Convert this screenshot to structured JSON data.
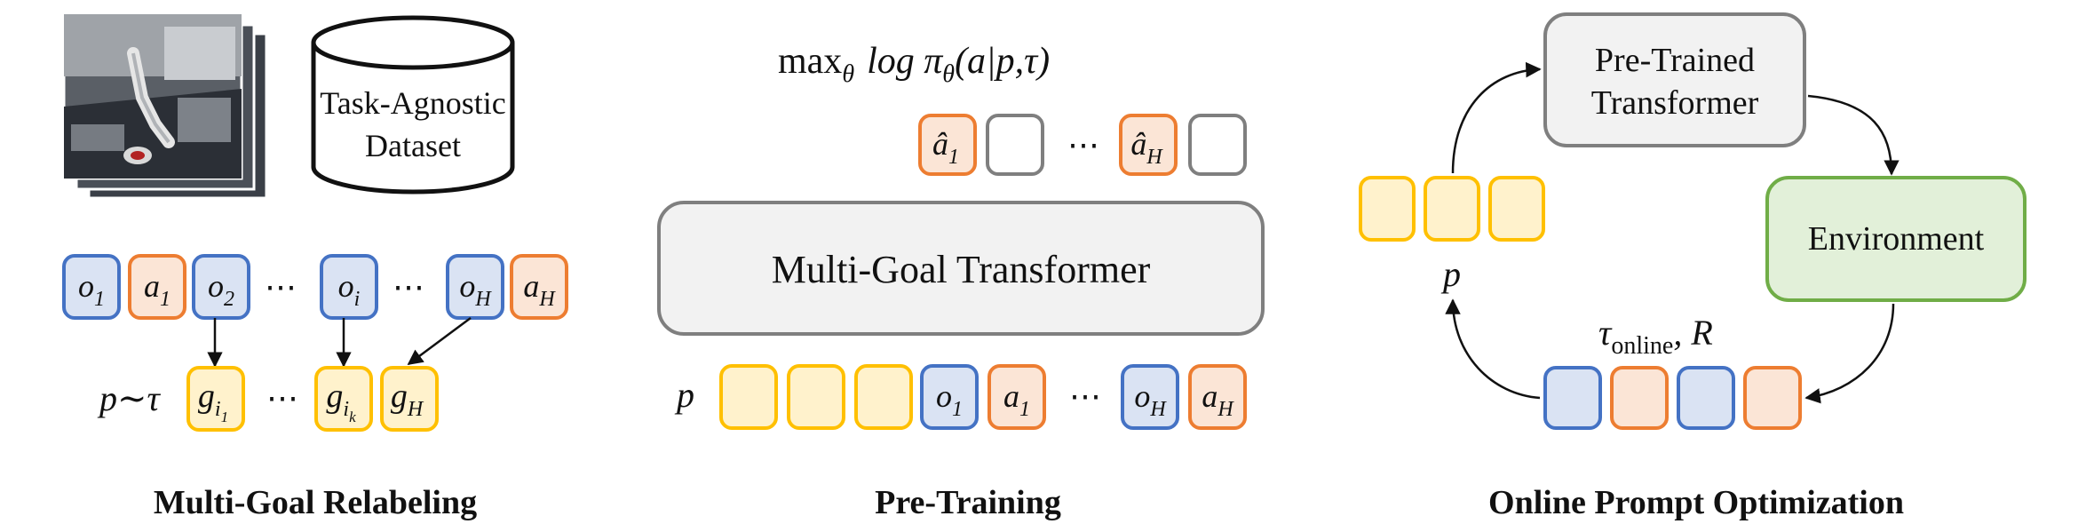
{
  "relabel": {
    "dataset_line1": "Task-Agnostic",
    "dataset_line2": "Dataset",
    "tokens": [
      "o",
      "a",
      "o",
      "⋯",
      "o",
      "⋯",
      "o",
      "a"
    ],
    "token_subs": [
      "1",
      "1",
      "2",
      "",
      "i",
      "",
      "H",
      "H"
    ],
    "goal_label": "p∼τ",
    "goals": [
      "g",
      "⋯",
      "g",
      "g"
    ],
    "goal_subs": [
      "i",
      "",
      "i",
      "H"
    ],
    "goal_subsubs": [
      "1",
      "",
      "k",
      ""
    ],
    "caption": "Multi-Goal Relabeling"
  },
  "pretrain": {
    "formula_max": "max",
    "formula_theta": "θ",
    "formula_log": "log π",
    "formula_rest": "(a|p,τ)",
    "outputs": [
      "â",
      "",
      "⋯",
      "â",
      ""
    ],
    "output_subs": [
      "1",
      "",
      "",
      "H",
      ""
    ],
    "transformer_label": "Multi-Goal Transformer",
    "prompt_label": "p",
    "inputs": [
      "",
      "",
      "",
      "o",
      "a",
      "⋯",
      "o",
      "a"
    ],
    "input_subs": [
      "",
      "",
      "",
      "1",
      "1",
      "",
      "H",
      "H"
    ],
    "caption": "Pre-Training"
  },
  "online": {
    "pretrained_line1": "Pre-Trained",
    "pretrained_line2": "Transformer",
    "environment_label": "Environment",
    "prompt_label": "p",
    "traj_label": "τ",
    "traj_sub": "online",
    "traj_rest": ", R",
    "caption": "Online Prompt Optimization"
  },
  "colors": {
    "obs": "#4472c4",
    "action": "#ed7d31",
    "goal": "#ffc000",
    "env": "#70ad47",
    "neutral": "#7f7f7f"
  }
}
